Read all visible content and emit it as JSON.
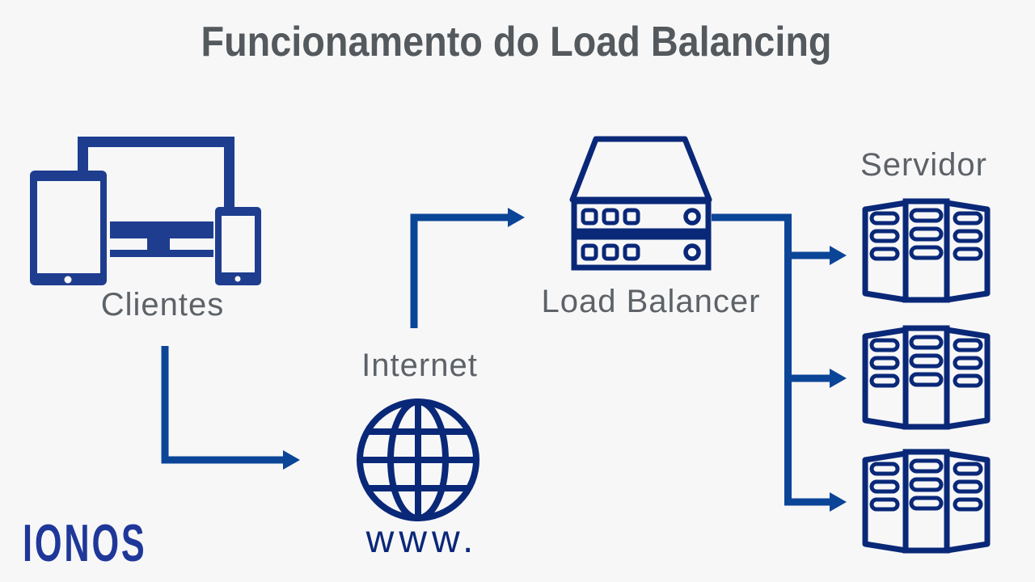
{
  "title": "Funcionamento do Load Balancing",
  "logo": {
    "text": "IONOS"
  },
  "diagram": {
    "clients": {
      "label": "Clientes",
      "icon": "devices-icon"
    },
    "internet": {
      "label": "Internet",
      "www": "www.",
      "icon": "globe-icon"
    },
    "load_balancer": {
      "label": "Load Balancer",
      "icon": "rack-appliance-icon"
    },
    "servers": {
      "label": "Servidor",
      "count": 3,
      "icon": "server-tower-icon"
    },
    "connections": [
      {
        "from": "Clientes",
        "to": "Internet"
      },
      {
        "from": "Internet",
        "to": "Load Balancer"
      },
      {
        "from": "Load Balancer",
        "to": "Servidor 1"
      },
      {
        "from": "Load Balancer",
        "to": "Servidor 2"
      },
      {
        "from": "Load Balancer",
        "to": "Servidor 3"
      }
    ]
  },
  "colors": {
    "background": "#f7f7f8",
    "icon_navy": "#0a2878",
    "clients_blue": "#1e3d8f",
    "arrow_blue": "#0b4597",
    "label_gray": "#5d6267",
    "title_gray": "#54595d",
    "logo_blue": "#1e3799"
  }
}
